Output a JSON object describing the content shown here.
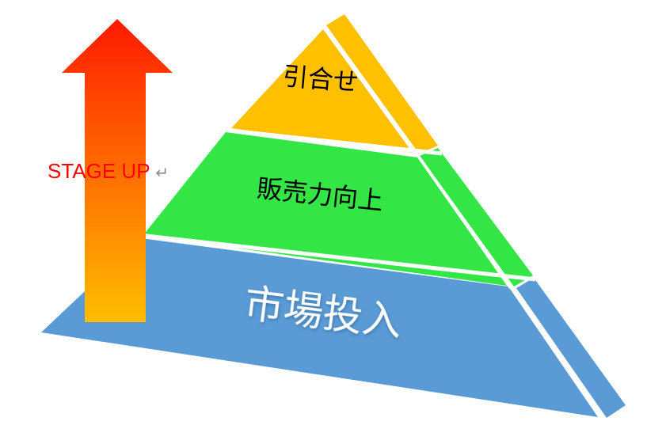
{
  "diagram": {
    "tiers": [
      {
        "label": "引合せ",
        "front_color": "#FFC000",
        "side_color": "#FFC000"
      },
      {
        "label": "販売力向上",
        "front_color": "#33E645",
        "side_color": "#33E645"
      },
      {
        "label": "市場投入",
        "front_color": "#5B9BD5",
        "side_color": "#5B9BD5"
      }
    ],
    "arrow": {
      "label": "STAGE UP",
      "label_suffix": "↵",
      "gradient_top": "#FF1A00",
      "gradient_bottom": "#FFBE00",
      "label_color": "#FF0000"
    }
  }
}
